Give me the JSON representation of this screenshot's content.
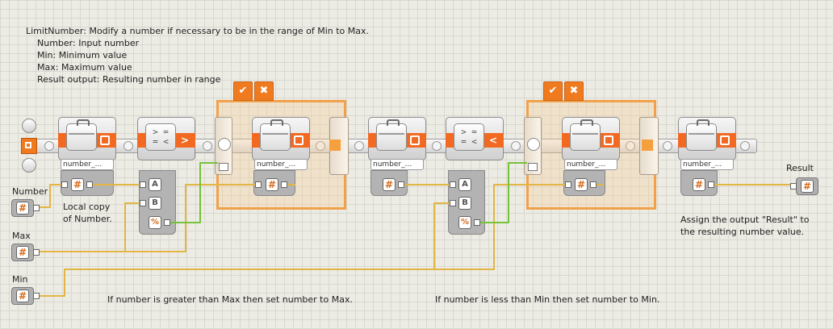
{
  "header": {
    "title": "LimitNumber:  Modify a number if necessary to be in the range of Min to Max.",
    "params": [
      "Number:  Input number",
      "Min:  Minimum value",
      "Max:  Maximum value",
      "Result output:  Resulting number in range"
    ]
  },
  "labels": {
    "number": "Number",
    "max": "Max",
    "min": "Min",
    "result": "Result",
    "local_copy": [
      "Local copy",
      "of Number."
    ],
    "assign_note": [
      "Assign the output \"Result\" to",
      "the resulting number value."
    ],
    "gt_comment": "If number is greater than Max then set number to Max.",
    "lt_comment": "If number is less than Min then set number to Min."
  },
  "blocks": {
    "var1": "number_...",
    "var2": "number_...",
    "var3": "number_...",
    "var4": "number_...",
    "var5": "number_...",
    "cmp1_symbol": ">",
    "cmp2_symbol": "<",
    "cmp_icon": ">=\n=<"
  },
  "ports": {
    "a": "A",
    "b": "B",
    "num": "#",
    "logic": "%"
  },
  "switch_tabs": {
    "true_mark": "✔",
    "false_mark": "✖"
  },
  "colors": {
    "wire_number": "#e2b545",
    "wire_logic": "#76c23a",
    "block_orange": "#f26a22",
    "switch_border": "#f1a14a"
  }
}
